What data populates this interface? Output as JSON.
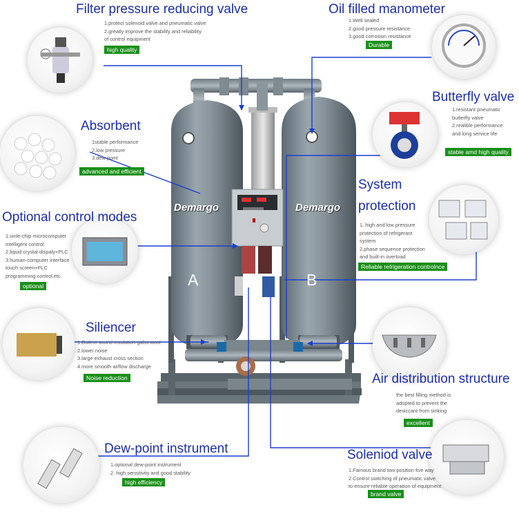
{
  "tanks": {
    "left_brand": "Demargo",
    "right_brand": "Demargo",
    "left_letter": "A",
    "right_letter": "B"
  },
  "features": {
    "filter": {
      "title": "Filter pressure reducing valve",
      "lines": [
        "1.protect solenoid valve and pneumatic valve",
        "2.greatly improve the stability and reliability",
        "of control equipment"
      ],
      "badge": "high quality"
    },
    "manometer": {
      "title": "Oil filled manometer",
      "lines": [
        "1.Well sealed",
        "2.good pressure resistance",
        "3.good corrosion resistance"
      ],
      "badge": "Durable"
    },
    "butterfly": {
      "title": "Butterfly valve",
      "lines": [
        "1.resistant pneumatic",
        "butterfly valve",
        "2.realible performance",
        "and long service life"
      ],
      "badge": "stable amd high quality"
    },
    "absorbent": {
      "title": "Absorbent",
      "lines": [
        "1stable performance",
        "2.low pressure",
        "3.dew point"
      ],
      "badge": "advanced and efficient"
    },
    "system": {
      "title_line1": "System",
      "title_line2": "protection",
      "lines": [
        "1..high and low pressure",
        "protection of refrigerant",
        "system",
        "2.phase sequence protection",
        "and built-in overload"
      ],
      "badge": "Reliable refrigeration controlnce"
    },
    "control": {
      "title": "Optional control modes",
      "lines": [
        "1.sinle-chip microcomputer",
        "intelligent control",
        "2.liquid crystal dispaly+PLC",
        "3.human-computer interface",
        "touch screen+PLC",
        "programming control,etc."
      ],
      "badge": "optional"
    },
    "silencer": {
      "title": "Siliencer",
      "lines": [
        "1.Built-in sound insulation galss wool",
        "2.lower noise",
        "3.large exhaust cross section",
        "4.more smooth airflow discharge"
      ],
      "badge": "Noise reduction"
    },
    "airdist": {
      "title": "Air distribution structure",
      "lines": [
        "the best filling method is",
        "adopted to prevent the",
        "desiccant from sinking"
      ],
      "badge": "excellent"
    },
    "dewpoint": {
      "title": "Dew-point instrument",
      "lines": [
        "1.optional dew-point instrument",
        "2. high sensitivity and good stability"
      ],
      "badge": "high efficiency"
    },
    "solenoid": {
      "title": "Soleniod valve",
      "lines": [
        "1.Famous brand two position five way",
        "2.Control switching of pneumatic valve",
        "to ensure reliable operation of equipment"
      ],
      "badge": "brand valve"
    }
  }
}
